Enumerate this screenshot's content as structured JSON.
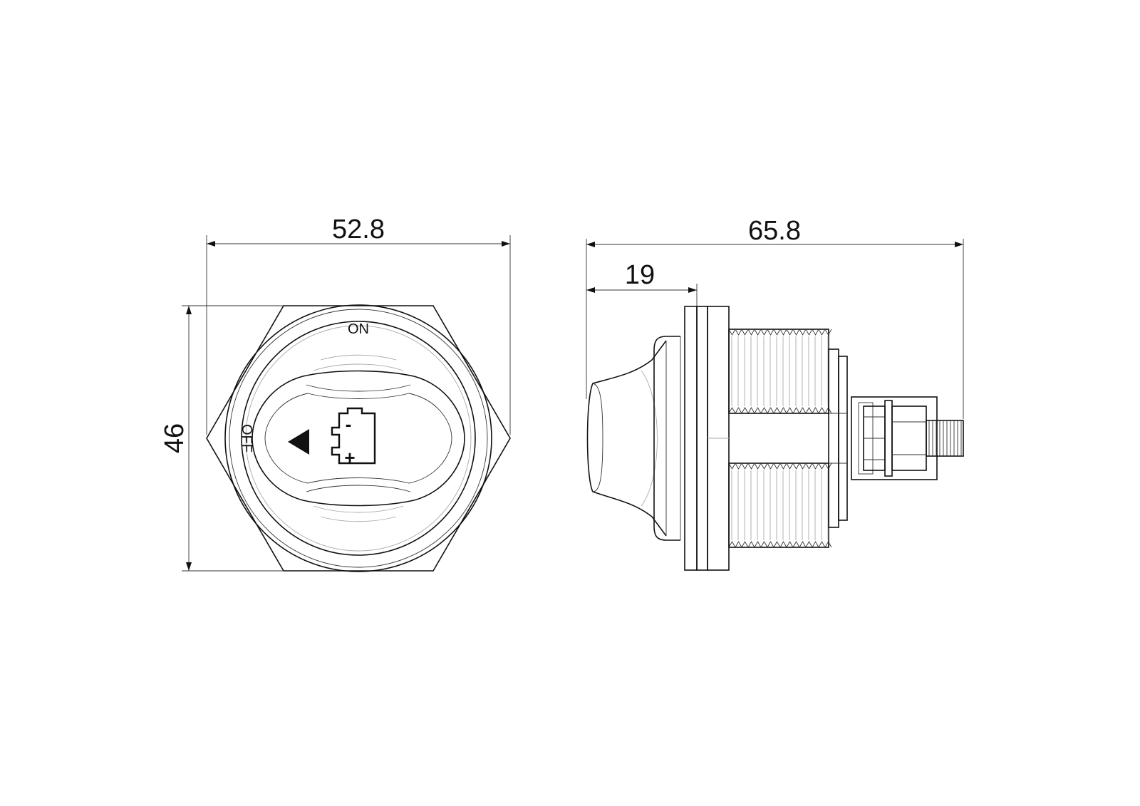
{
  "front_view": {
    "width_dimension": "52.8",
    "height_dimension": "46",
    "label_on": "ON",
    "label_off": "OFF",
    "battery_minus": "-",
    "battery_plus": "+"
  },
  "side_view": {
    "overall_length_dimension": "65.8",
    "knob_length_dimension": "19"
  }
}
